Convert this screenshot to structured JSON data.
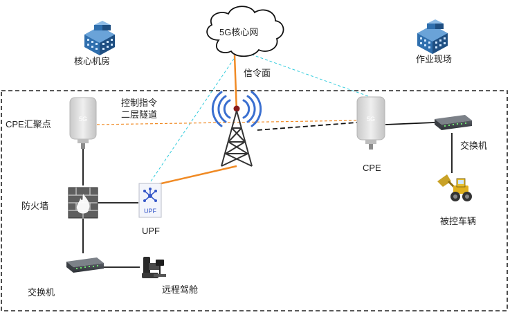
{
  "cloud": {
    "label": "5G核心网"
  },
  "signaling": {
    "label": "信令面"
  },
  "control": {
    "line1": "控制指令",
    "line2": "二层隧道"
  },
  "upf": {
    "icon_text": "UPF",
    "label": "UPF"
  },
  "nodes": {
    "core_room": "核心机房",
    "site": "作业现场",
    "cpe_agg": "CPE汇聚点",
    "cpe": "CPE",
    "firewall": "防火墙",
    "switch_left": "交换机",
    "switch_right": "交换机",
    "remote_cockpit": "远程驾舱",
    "vehicle": "被控车辆"
  },
  "cpe_icon_text": "5G",
  "colors": {
    "signal_orange": "#f08a24",
    "cyan_dashed": "#33ccdd",
    "building_blue": "#2f6fae",
    "device_gray": "#d6d6d6"
  }
}
